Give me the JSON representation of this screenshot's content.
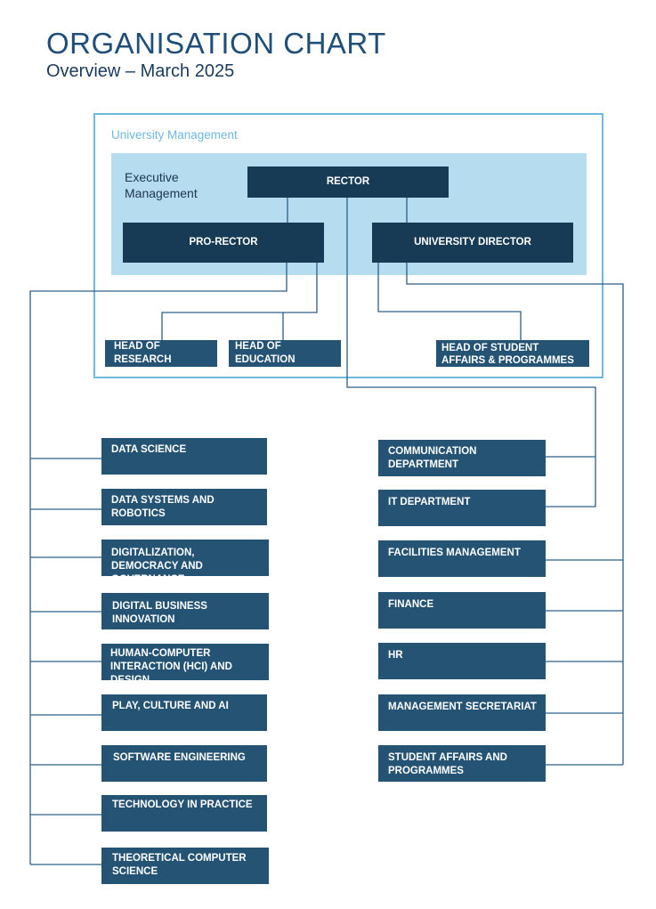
{
  "header": {
    "title": "ORGANISATION CHART",
    "subtitle": "Overview – March 2025"
  },
  "management": {
    "frame_label": "University Management",
    "executive_label": "Executive Management",
    "rector": "RECTOR",
    "pro_rector": "PRO-RECTOR",
    "university_director": "UNIVERSITY DIRECTOR",
    "head_research": "HEAD OF RESEARCH",
    "head_education": "HEAD OF EDUCATION",
    "head_student_affairs": "HEAD OF STUDENT AFFAIRS & PROGRAMMES"
  },
  "departments": [
    "DATA SCIENCE",
    "DATA SYSTEMS  AND ROBOTICS",
    "DIGITALIZATION, DEMOCRACY AND GOVERNANCE",
    "DIGITAL BUSINESS INNOVATION",
    "HUMAN-COMPUTER INTERACTION (HCI) AND DESIGN",
    "PLAY, CULTURE AND AI",
    "SOFTWARE ENGINEERING",
    "TECHNOLOGY IN PRACTICE",
    "THEORETICAL COMPUTER SCIENCE"
  ],
  "administration": [
    "COMMUNICATION DEPARTMENT",
    "IT DEPARTMENT",
    "FACILITIES MANAGEMENT",
    "FINANCE",
    "HR",
    "MANAGEMENT SECRETARIAT",
    "STUDENT AFFAIRS AND PROGRAMMES"
  ],
  "colors": {
    "box": "#245374",
    "box_dark": "#173a55",
    "frame": "#6fb8e0",
    "executive_area": "#b6ddef",
    "connector": "#2e5f86"
  }
}
